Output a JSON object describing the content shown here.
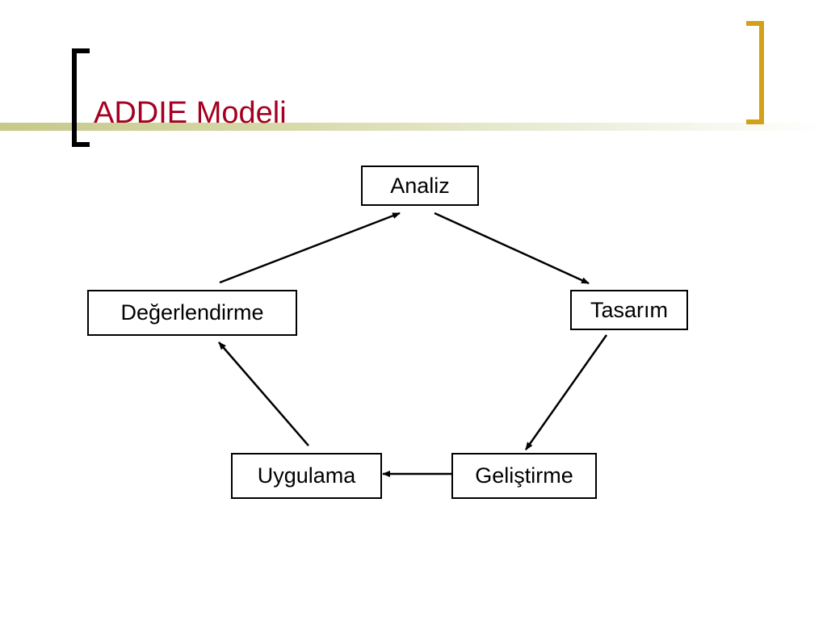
{
  "slide": {
    "title": "ADDIE Modeli",
    "title_color": "#a50021",
    "left_bracket_color": "#000000",
    "right_bracket_color": "#d4a017"
  },
  "diagram": {
    "nodes": [
      {
        "id": "analiz",
        "label": "Analiz"
      },
      {
        "id": "tasarim",
        "label": "Tasarım"
      },
      {
        "id": "gelistirme",
        "label": "Geliştirme"
      },
      {
        "id": "uygulama",
        "label": "Uygulama"
      },
      {
        "id": "degerlendirme",
        "label": "Değerlendirme"
      }
    ],
    "edges": [
      {
        "from": "analiz",
        "to": "tasarim"
      },
      {
        "from": "tasarim",
        "to": "gelistirme"
      },
      {
        "from": "gelistirme",
        "to": "uygulama"
      },
      {
        "from": "uygulama",
        "to": "degerlendirme"
      },
      {
        "from": "degerlendirme",
        "to": "analiz"
      }
    ]
  }
}
